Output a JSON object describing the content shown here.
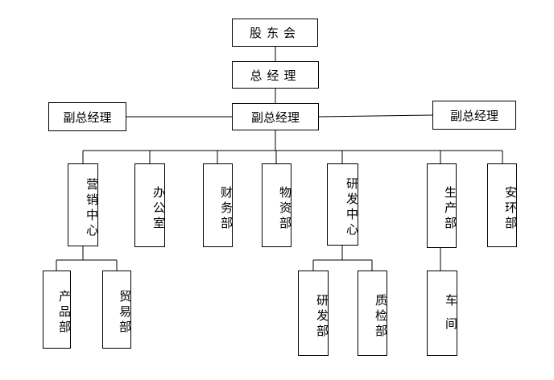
{
  "org": {
    "shareholders": "股东会",
    "general_manager": "总经理",
    "vp_left": "副总经理",
    "vp_center": "副总经理",
    "vp_right": "副总经理",
    "marketing_center": "营销中心",
    "office": "办公室",
    "finance": "财务部",
    "materials": "物资部",
    "rd_center": "研发中心",
    "production": "生产部",
    "safety_env": "安环部",
    "products": "产品部",
    "trade": "贸易部",
    "rd_dept": "研发部",
    "quality": "质检部",
    "workshop": "车间"
  }
}
